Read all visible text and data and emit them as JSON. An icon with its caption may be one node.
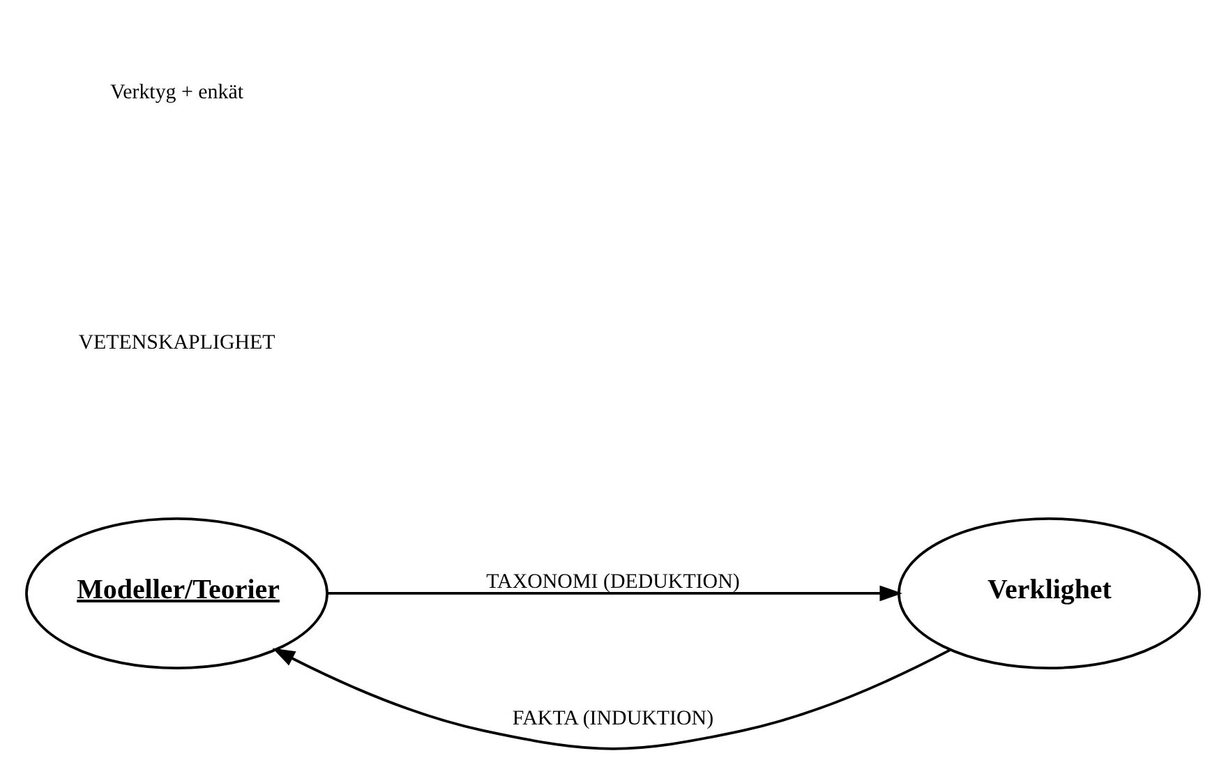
{
  "diagram": {
    "nodes": [
      {
        "text": [
          "Modeller/Teorier"
        ]
      },
      {
        "text": [
          "Verklighet"
        ]
      }
    ],
    "edges": [
      {
        "from": 1,
        "to": 0,
        "arrow": "to",
        "label": "FAKTA (INDUKTION)"
      },
      {
        "from": 0,
        "to": 1,
        "arrow": "to",
        "label": "TAXONOMI (DEDUKTION)"
      }
    ],
    "labels": [
      "VETENSKAPLIGHET",
      "Verktyg + enkät"
    ]
  }
}
